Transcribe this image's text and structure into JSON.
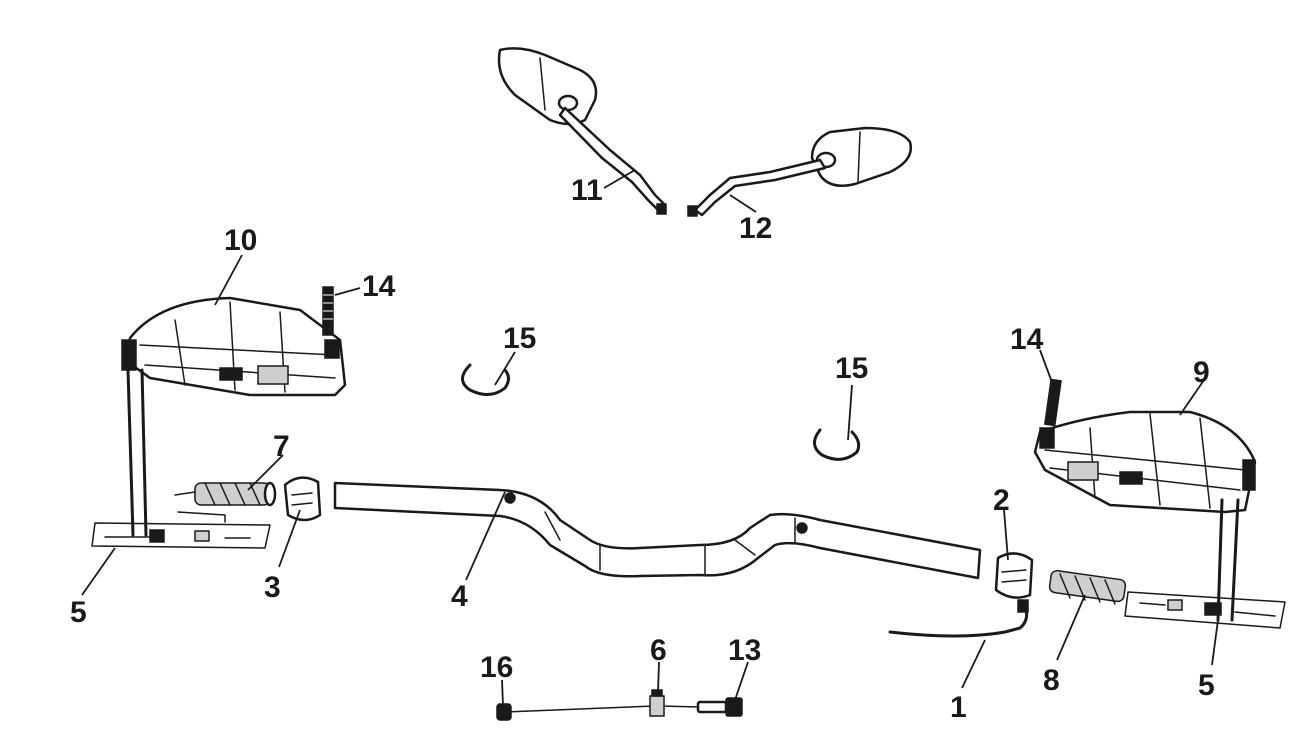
{
  "callouts": {
    "c1": "1",
    "c2": "2",
    "c3": "3",
    "c4": "4",
    "c5_left": "5",
    "c5_right": "5",
    "c6": "6",
    "c7": "7",
    "c8": "8",
    "c9": "9",
    "c10": "10",
    "c11": "11",
    "c12": "12",
    "c13": "13",
    "c14_left": "14",
    "c14_right": "14",
    "c15_left": "15",
    "c15_right": "15",
    "c16": "16"
  }
}
